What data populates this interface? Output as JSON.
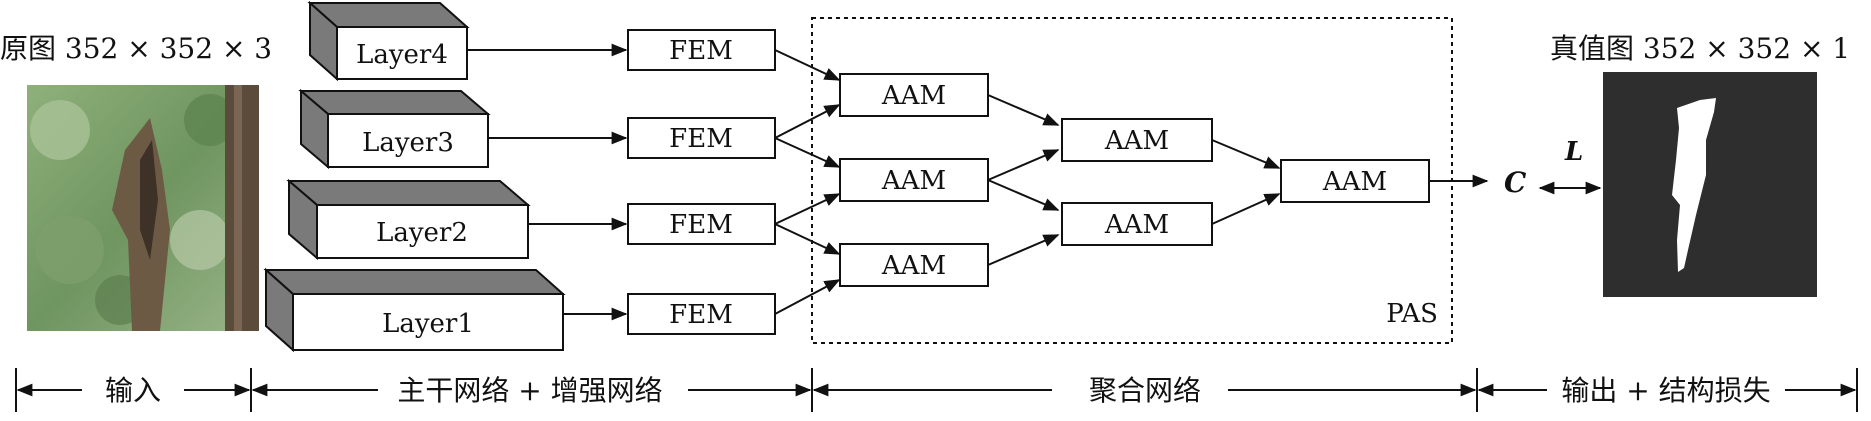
{
  "input": {
    "title": "原图 352 × 352 × 3",
    "section_label": "输入"
  },
  "backbone": {
    "layers": [
      "Layer4",
      "Layer3",
      "Layer2",
      "Layer1"
    ],
    "section_label": "主干网络 + 增强网络",
    "fem_label": "FEM"
  },
  "aggregation": {
    "module_label": "AAM",
    "box_label": "PAS",
    "section_label": "聚合网络"
  },
  "output": {
    "prediction_label": "C",
    "loss_label": "L",
    "title": "真值图 352 × 352 × 1",
    "section_label": "输出 + 结构损失"
  },
  "colors": {
    "layer_side": "#7a7a7a",
    "ground_truth_bg": "#2e2e2e"
  }
}
